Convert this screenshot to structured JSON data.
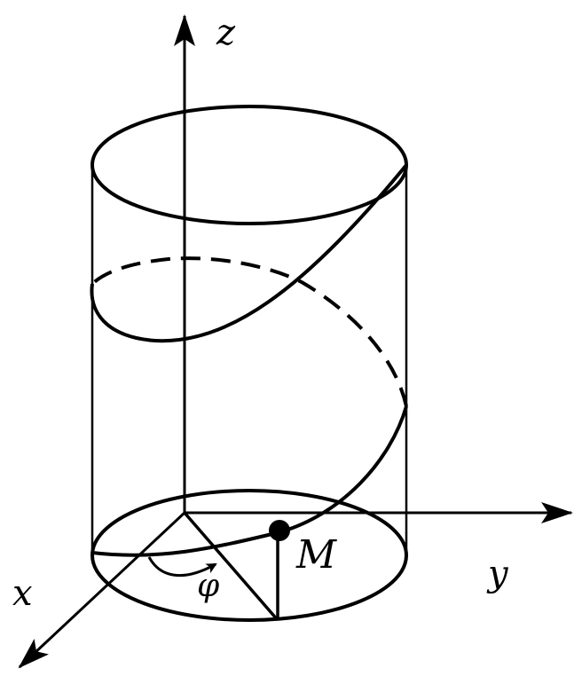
{
  "diagram": {
    "labels": {
      "z_axis": "z",
      "y_axis": "y",
      "x_axis": "x",
      "point": "M",
      "angle": "φ"
    },
    "curve_styles": {
      "front": "solid",
      "back": "dashed"
    },
    "colors": {
      "ink": "#000000",
      "background": "#ffffff"
    }
  }
}
